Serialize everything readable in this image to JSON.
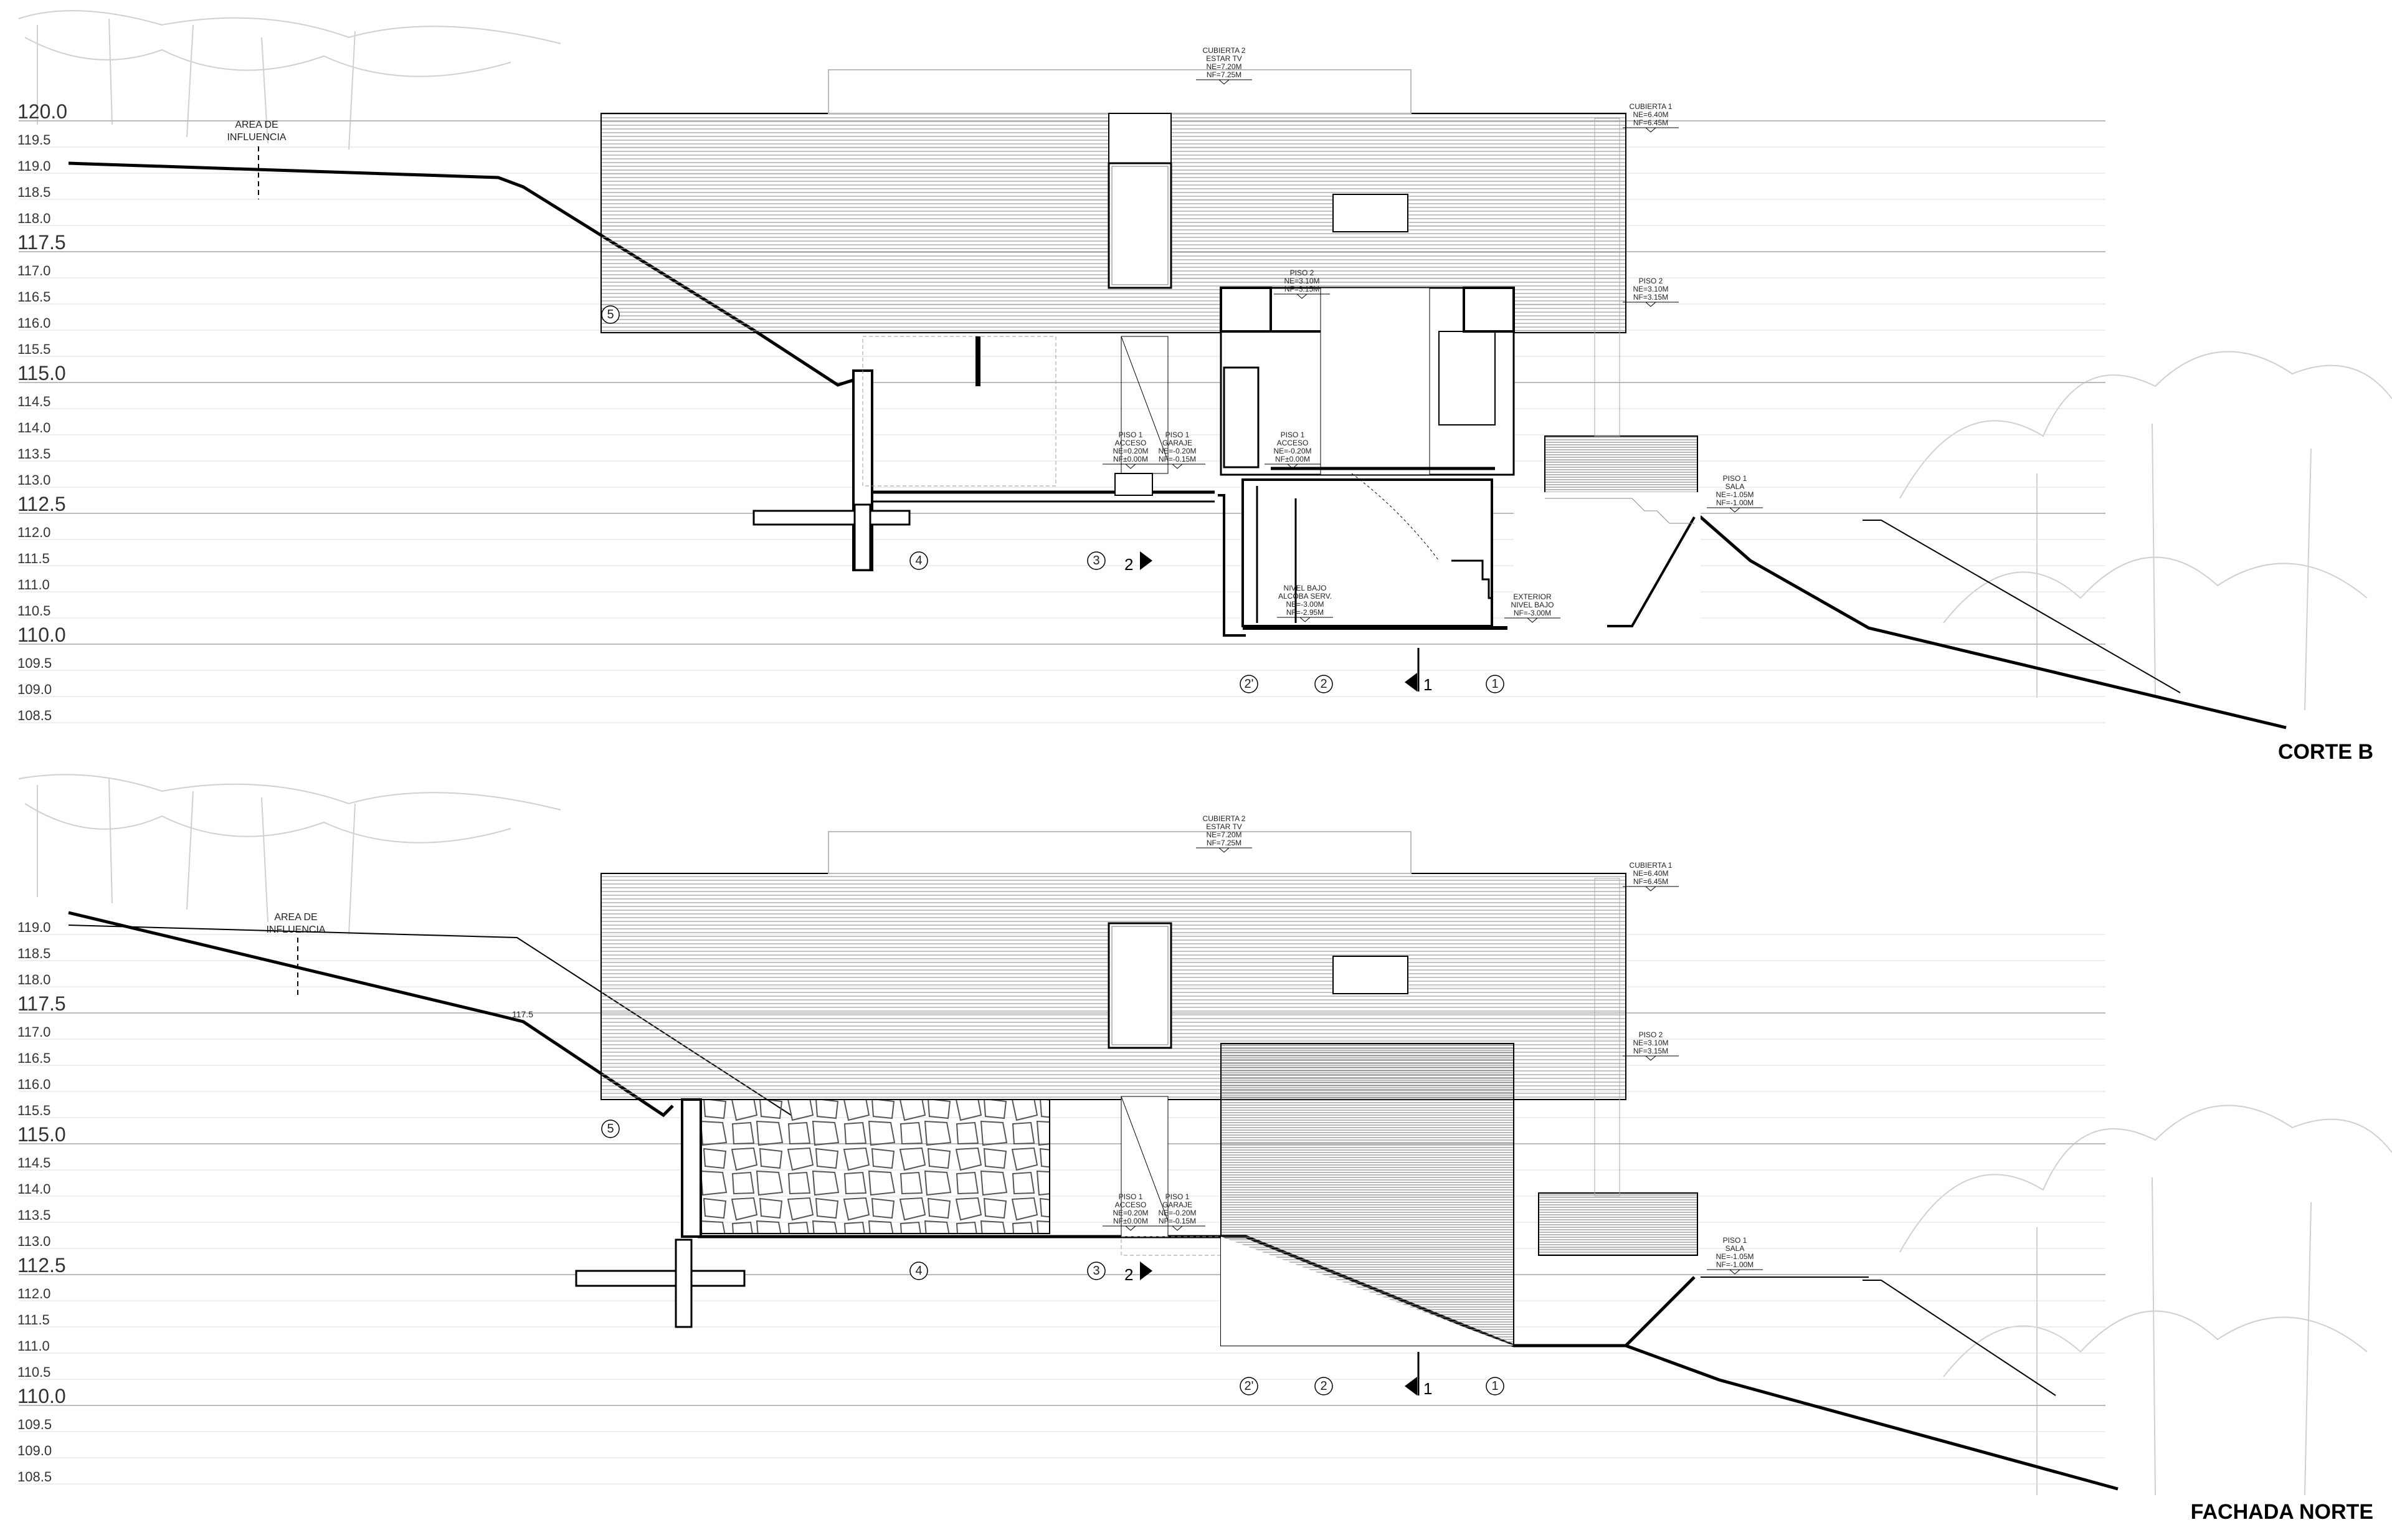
{
  "sections": [
    {
      "id": "corte-b",
      "title": "CORTE B",
      "levels": [
        "120.0",
        "119.5",
        "119.0",
        "118.5",
        "118.0",
        "117.5",
        "117.0",
        "116.5",
        "116.0",
        "115.5",
        "115.0",
        "114.5",
        "114.0",
        "113.5",
        "113.0",
        "112.5",
        "112.0",
        "111.5",
        "111.0",
        "110.5",
        "110.0",
        "109.5",
        "109.0",
        "108.5"
      ],
      "area_label": [
        "AREA DE",
        "INFLUENCIA"
      ],
      "annotations": [
        {
          "lines": [
            "CUBIERTA 2",
            "ESTAR TV",
            "NE=7.20M",
            "NF=7.25M"
          ]
        },
        {
          "lines": [
            "CUBIERTA 1",
            "NE=6.40M",
            "NF=6.45M"
          ]
        },
        {
          "lines": [
            "PISO 2",
            "NE=3.10M",
            "NF=3.15M"
          ]
        },
        {
          "lines": [
            "PISO 2",
            "NE=3.10M",
            "NF=3.15M"
          ]
        },
        {
          "lines": [
            "PISO 1",
            "ACCESO",
            "NE=0.20M",
            "NF±0.00M"
          ]
        },
        {
          "lines": [
            "PISO 1",
            "GARAJE",
            "NE=-0.20M",
            "NF=-0.15M"
          ]
        },
        {
          "lines": [
            "PISO 1",
            "ACCESO",
            "NE=-0.20M",
            "NF±0.00M"
          ]
        },
        {
          "lines": [
            "PISO 1",
            "SALA",
            "NE=-1.05M",
            "NF=-1.00M"
          ]
        },
        {
          "lines": [
            "NIVEL BAJO",
            "ALCOBA SERV.",
            "NE=-3.00M",
            "NF=-2.95M"
          ]
        },
        {
          "lines": [
            "EXTERIOR",
            "NIVEL BAJO",
            "NF=-3.00M"
          ]
        }
      ],
      "axes": [
        "5",
        "4",
        "3",
        "2'",
        "2",
        "1"
      ],
      "section_refs": [
        "2",
        "1"
      ]
    },
    {
      "id": "fachada-norte",
      "title": "FACHADA NORTE",
      "levels": [
        "119.0",
        "118.5",
        "118.0",
        "117.5",
        "117.0",
        "116.5",
        "116.0",
        "115.5",
        "115.0",
        "114.5",
        "114.0",
        "113.5",
        "113.0",
        "112.5",
        "112.0",
        "111.5",
        "111.0",
        "110.5",
        "110.0",
        "109.5",
        "109.0",
        "108.5"
      ],
      "area_label": [
        "AREA DE",
        "INFLUENCIA"
      ],
      "terrain_mark": "117.5",
      "annotations": [
        {
          "lines": [
            "CUBIERTA 2",
            "ESTAR TV",
            "NE=7.20M",
            "NF=7.25M"
          ]
        },
        {
          "lines": [
            "CUBIERTA 1",
            "NE=6.40M",
            "NF=6.45M"
          ]
        },
        {
          "lines": [
            "PISO 2",
            "NE=3.10M",
            "NF=3.15M"
          ]
        },
        {
          "lines": [
            "PISO 1",
            "ACCESO",
            "NE=0.20M",
            "NF±0.00M"
          ]
        },
        {
          "lines": [
            "PISO 1",
            "GARAJE",
            "NE=-0.20M",
            "NF=-0.15M"
          ]
        },
        {
          "lines": [
            "PISO 1",
            "SALA",
            "NE=-1.05M",
            "NF=-1.00M"
          ]
        }
      ],
      "axes": [
        "5",
        "4",
        "3",
        "2'",
        "2",
        "1"
      ],
      "section_refs": [
        "2",
        "1"
      ]
    }
  ],
  "colors": {
    "ink": "#000000",
    "grid": "#c8c8c8",
    "hatch": "#9a9a9a",
    "tree": "#d0d0d0"
  }
}
